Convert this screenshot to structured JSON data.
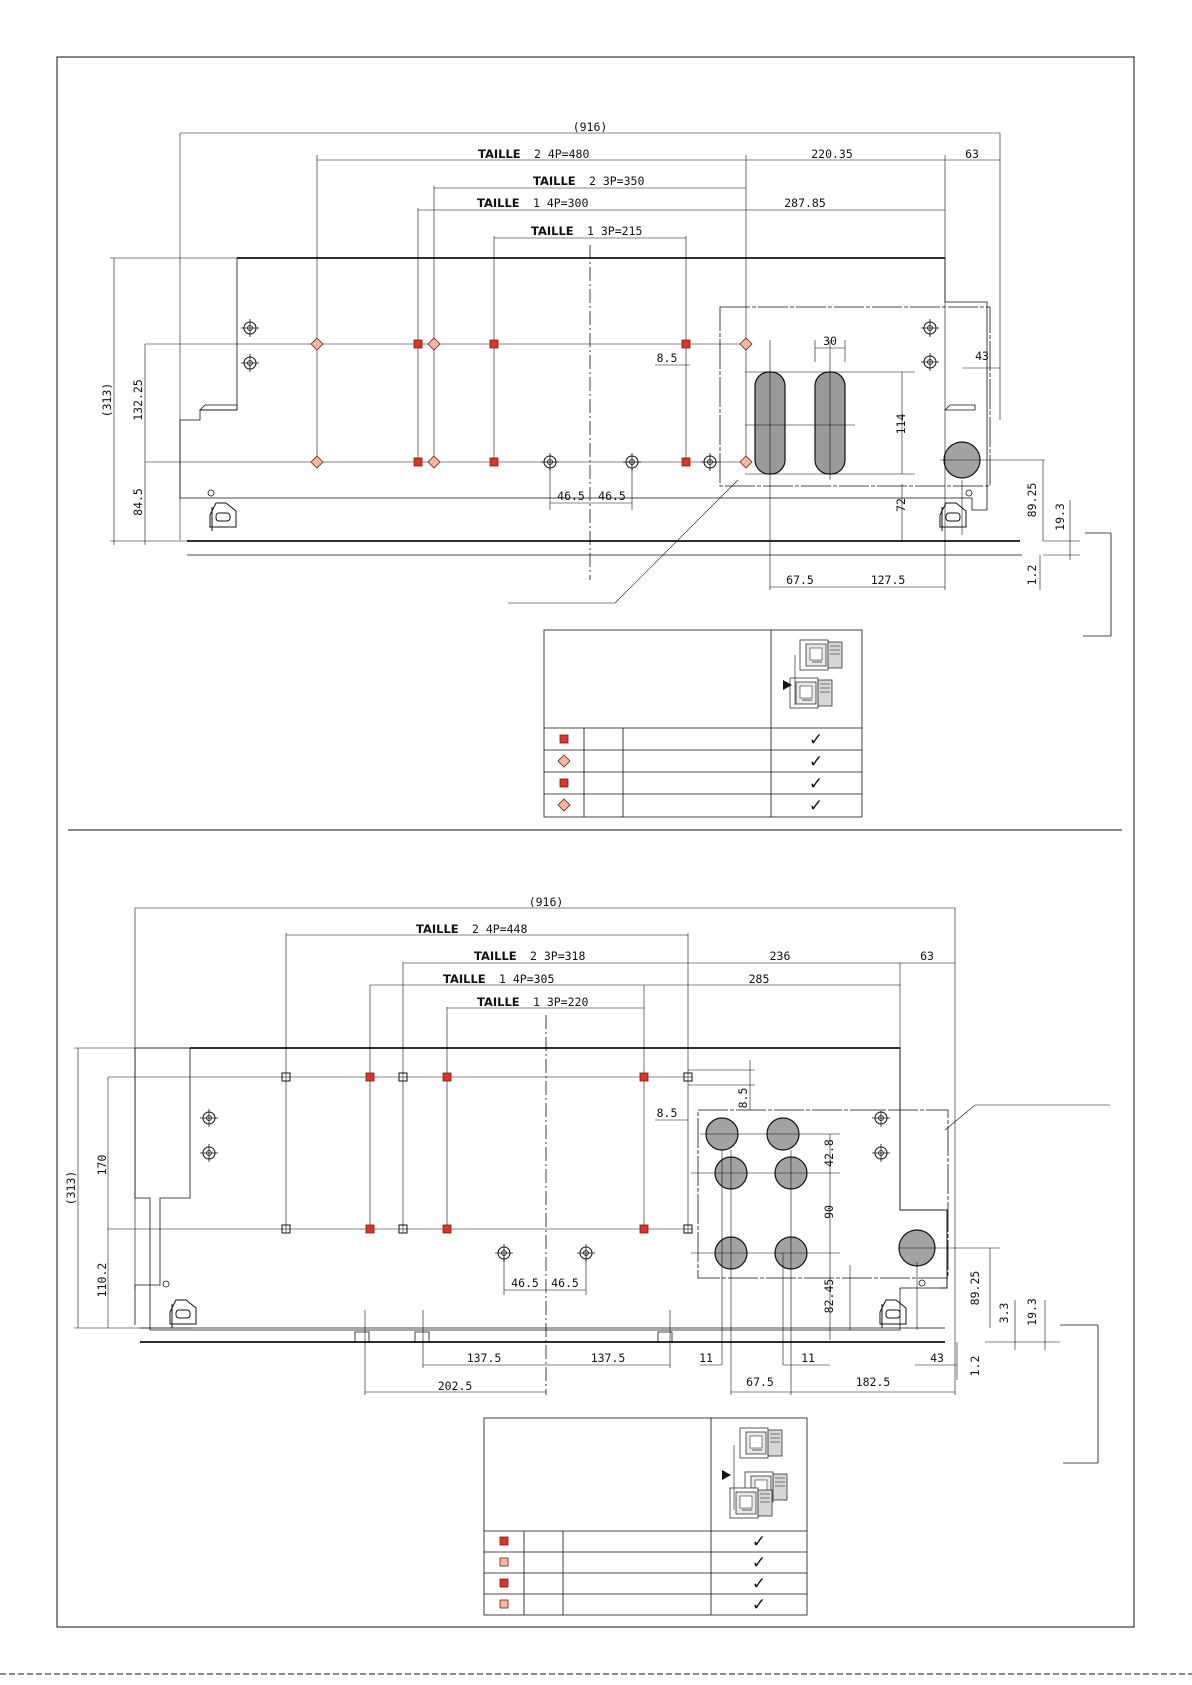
{
  "colors": {
    "hole_red": "#d9362b",
    "hole_pink": "#f2b8a6",
    "pad_fill": "#9a9a9a",
    "circle_fill": "#a3a3a3"
  },
  "top_view": {
    "overall": "(916)",
    "sizes": [
      {
        "prefix": "TAILLE",
        "value": "2 4P=480"
      },
      {
        "prefix": "TAILLE",
        "value": "2 3P=350"
      },
      {
        "prefix": "TAILLE",
        "value": "1 4P=300"
      },
      {
        "prefix": "TAILLE",
        "value": "1 3P=215"
      }
    ],
    "dims": {
      "d220": "220.35",
      "d63": "63",
      "d287": "287.85",
      "d8_5": "8.5",
      "d30": "30",
      "d43": "43",
      "d114": "114",
      "d72": "72",
      "d89": "89.25",
      "d19": "19.3",
      "d1_2": "1.2",
      "d67": "67.5",
      "d127": "127.5",
      "d46a": "46.5",
      "d46b": "46.5",
      "d313": "(313)",
      "d132": "132.25",
      "d84": "84.5"
    },
    "table_check": "✓"
  },
  "bottom_view": {
    "overall": "(916)",
    "sizes": [
      {
        "prefix": "TAILLE",
        "value": "2 4P=448"
      },
      {
        "prefix": "TAILLE",
        "value": "2 3P=318"
      },
      {
        "prefix": "TAILLE",
        "value": "1 4P=305"
      },
      {
        "prefix": "TAILLE",
        "value": "1 3P=220"
      }
    ],
    "dims": {
      "d236": "236",
      "d63": "63",
      "d285": "285",
      "d8_5a": "8.5",
      "d8_5b": "8.5",
      "d42": "42.8",
      "d90": "90",
      "d82": "82.45",
      "d89": "89.25",
      "d3_3": "3.3",
      "d19": "19.3",
      "d1_2": "1.2",
      "d43": "43",
      "d11a": "11",
      "d11b": "11",
      "d67": "67.5",
      "d182": "182.5",
      "d137a": "137.5",
      "d137b": "137.5",
      "d202": "202.5",
      "d46a": "46.5",
      "d46b": "46.5",
      "d313": "(313)",
      "d170": "170",
      "d110": "110.2"
    },
    "table_check": "✓"
  }
}
